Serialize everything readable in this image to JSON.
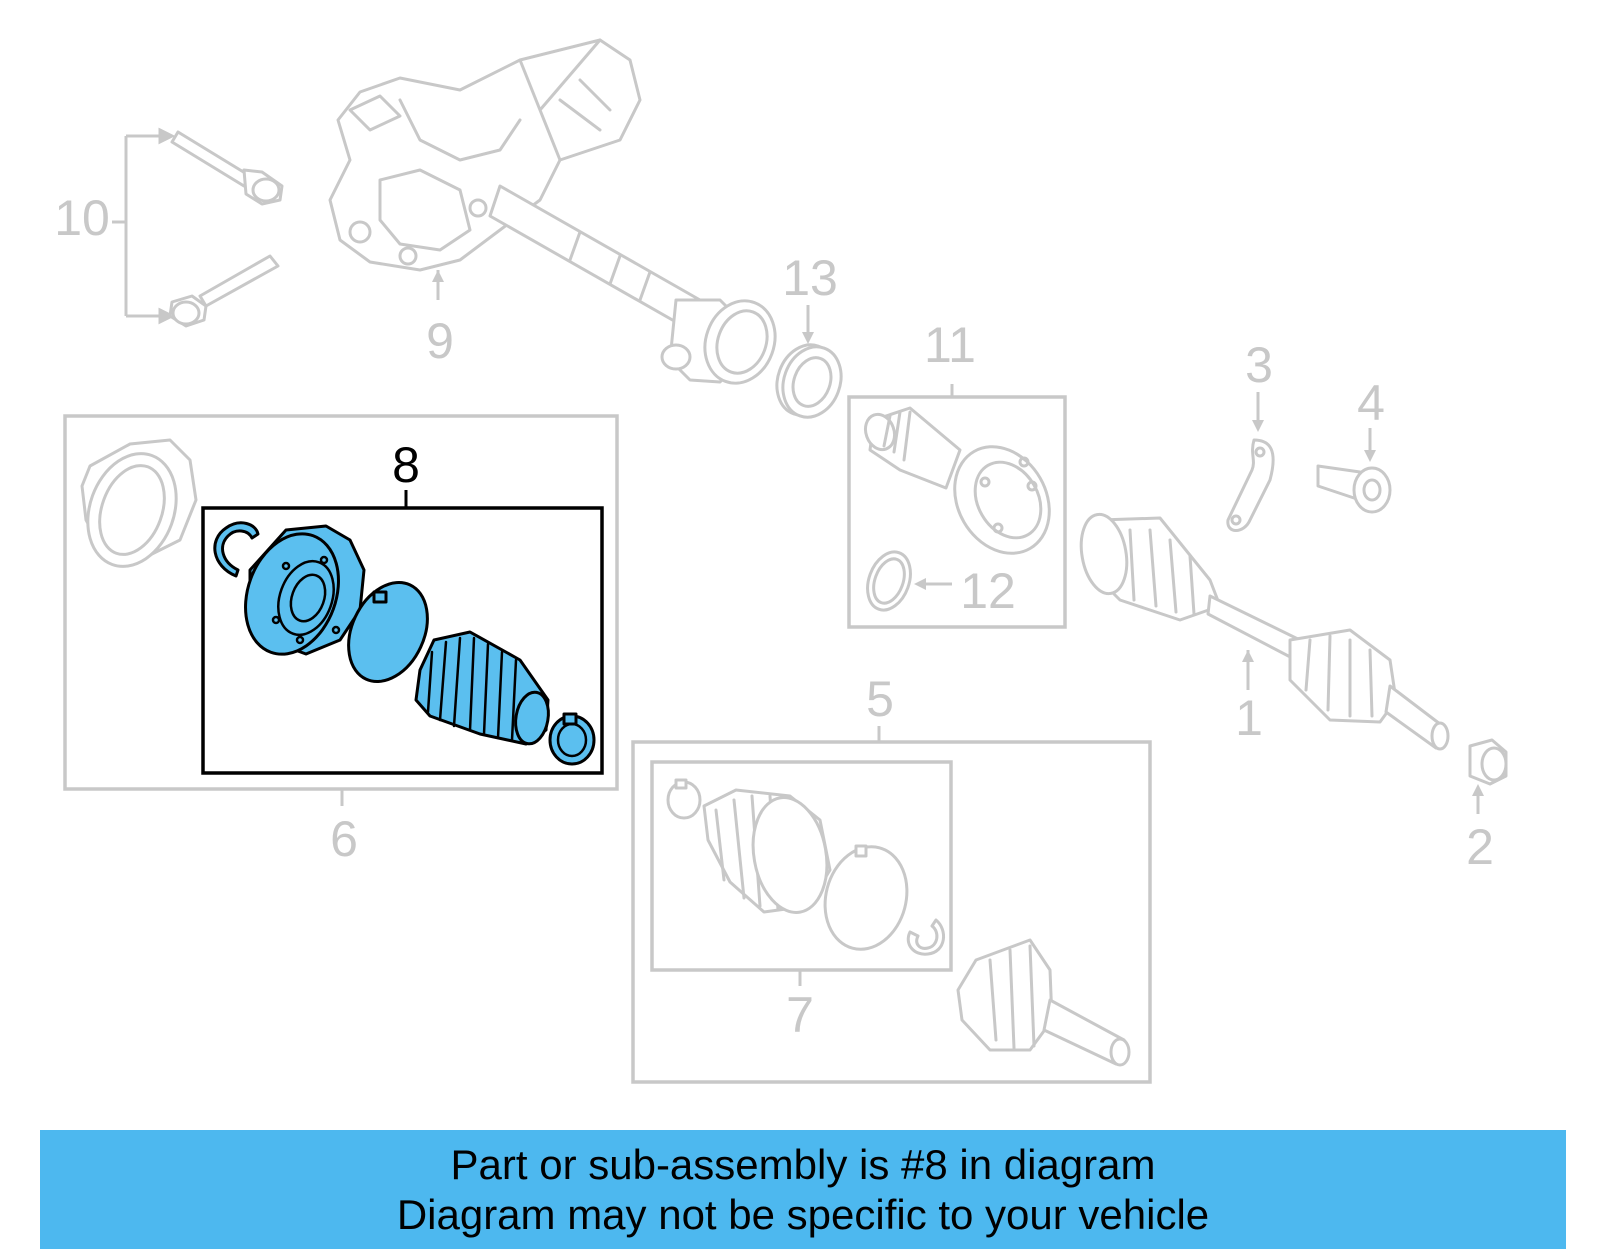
{
  "diagram": {
    "callouts": [
      {
        "id": "1",
        "label": "1"
      },
      {
        "id": "2",
        "label": "2"
      },
      {
        "id": "3",
        "label": "3"
      },
      {
        "id": "4",
        "label": "4"
      },
      {
        "id": "5",
        "label": "5"
      },
      {
        "id": "6",
        "label": "6"
      },
      {
        "id": "7",
        "label": "7"
      },
      {
        "id": "8",
        "label": "8",
        "highlighted": true
      },
      {
        "id": "9",
        "label": "9"
      },
      {
        "id": "10",
        "label": "10"
      },
      {
        "id": "11",
        "label": "11"
      },
      {
        "id": "12",
        "label": "12"
      },
      {
        "id": "13",
        "label": "13"
      }
    ],
    "colors": {
      "highlight_fill": "#5bbfef",
      "line_grey": "#c8c8c8",
      "banner": "#4db8ef"
    }
  },
  "banner": {
    "line1": "Part or sub-assembly is #8 in diagram",
    "line2": "Diagram may not be specific to your vehicle"
  }
}
